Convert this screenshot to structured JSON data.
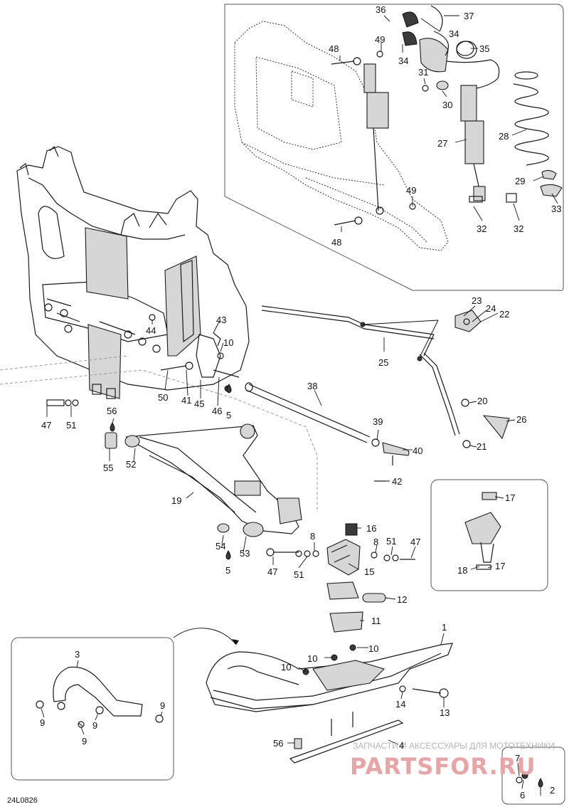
{
  "diagram_code": "24L0826",
  "watermark": {
    "tagline": "ЗАПЧАСТИ И АКСЕССУАРЫ ДЛЯ МОТОТЕХНИКИ",
    "logo_text": "PARTSFOR.RU"
  },
  "callouts": [
    {
      "id": "c36",
      "label": "36"
    },
    {
      "id": "c37",
      "label": "37"
    },
    {
      "id": "c34a",
      "label": "34"
    },
    {
      "id": "c34b",
      "label": "34"
    },
    {
      "id": "c35",
      "label": "35"
    },
    {
      "id": "c49a",
      "label": "49"
    },
    {
      "id": "c48a",
      "label": "48"
    },
    {
      "id": "c31",
      "label": "31"
    },
    {
      "id": "c30",
      "label": "30"
    },
    {
      "id": "c27",
      "label": "27"
    },
    {
      "id": "c28",
      "label": "28"
    },
    {
      "id": "c29",
      "label": "29"
    },
    {
      "id": "c33",
      "label": "33"
    },
    {
      "id": "c49b",
      "label": "49"
    },
    {
      "id": "c32a",
      "label": "32"
    },
    {
      "id": "c32b",
      "label": "32"
    },
    {
      "id": "c48b",
      "label": "48"
    },
    {
      "id": "c23",
      "label": "23"
    },
    {
      "id": "c24",
      "label": "24"
    },
    {
      "id": "c22",
      "label": "22"
    },
    {
      "id": "c43",
      "label": "43"
    },
    {
      "id": "c44",
      "label": "44"
    },
    {
      "id": "c10a",
      "label": "10"
    },
    {
      "id": "c25",
      "label": "25"
    },
    {
      "id": "c50",
      "label": "50"
    },
    {
      "id": "c41",
      "label": "41"
    },
    {
      "id": "c45",
      "label": "45"
    },
    {
      "id": "c46",
      "label": "46"
    },
    {
      "id": "c5a",
      "label": "5"
    },
    {
      "id": "c38",
      "label": "38"
    },
    {
      "id": "c20",
      "label": "20"
    },
    {
      "id": "c26",
      "label": "26"
    },
    {
      "id": "c21",
      "label": "21"
    },
    {
      "id": "c47a",
      "label": "47"
    },
    {
      "id": "c51a",
      "label": "51"
    },
    {
      "id": "c56a",
      "label": "56"
    },
    {
      "id": "c39",
      "label": "39"
    },
    {
      "id": "c40",
      "label": "40"
    },
    {
      "id": "c55",
      "label": "55"
    },
    {
      "id": "c52",
      "label": "52"
    },
    {
      "id": "c42",
      "label": "42"
    },
    {
      "id": "c17a",
      "label": "17"
    },
    {
      "id": "c19",
      "label": "19"
    },
    {
      "id": "c16",
      "label": "16"
    },
    {
      "id": "c8a",
      "label": "8"
    },
    {
      "id": "c8b",
      "label": "8"
    },
    {
      "id": "c51b",
      "label": "51"
    },
    {
      "id": "c47b",
      "label": "47"
    },
    {
      "id": "c54",
      "label": "54"
    },
    {
      "id": "c5b",
      "label": "5"
    },
    {
      "id": "c53",
      "label": "53"
    },
    {
      "id": "c47c",
      "label": "47"
    },
    {
      "id": "c51c",
      "label": "51"
    },
    {
      "id": "c15",
      "label": "15"
    },
    {
      "id": "c18",
      "label": "18"
    },
    {
      "id": "c17b",
      "label": "17"
    },
    {
      "id": "c12",
      "label": "12"
    },
    {
      "id": "c11",
      "label": "11"
    },
    {
      "id": "c1",
      "label": "1"
    },
    {
      "id": "c3",
      "label": "3"
    },
    {
      "id": "c10b",
      "label": "10"
    },
    {
      "id": "c10c",
      "label": "10"
    },
    {
      "id": "c10d",
      "label": "10"
    },
    {
      "id": "c9a",
      "label": "9"
    },
    {
      "id": "c9b",
      "label": "9"
    },
    {
      "id": "c9c",
      "label": "9"
    },
    {
      "id": "c9d",
      "label": "9"
    },
    {
      "id": "c14",
      "label": "14"
    },
    {
      "id": "c13",
      "label": "13"
    },
    {
      "id": "c56b",
      "label": "56"
    },
    {
      "id": "c4",
      "label": "4"
    },
    {
      "id": "c7",
      "label": "7"
    },
    {
      "id": "c2",
      "label": "2"
    },
    {
      "id": "c6",
      "label": "6"
    }
  ]
}
